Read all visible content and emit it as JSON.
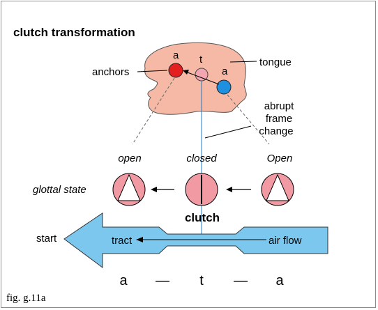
{
  "title": "clutch transformation",
  "labels": {
    "tongue": "tongue",
    "anchors": "anchors",
    "anchor_left": "a",
    "anchor_mid": "t",
    "anchor_right": "a",
    "abrupt": "abrupt",
    "frame": "frame",
    "change": "change",
    "open": "open",
    "closed": "closed",
    "open_cap": "Open",
    "glottal_state": "glottal state",
    "clutch": "clutch",
    "start": "start",
    "tract": "tract",
    "air_flow": "air flow"
  },
  "sequence": [
    "a",
    "—",
    "t",
    "—",
    "a"
  ],
  "caption": "fig. g.11a",
  "colors": {
    "tongue_fill": "#f6b9a5",
    "anchor_red": "#e41f1f",
    "anchor_blue": "#1f8fe0",
    "anchor_pink": "#f2a6b2",
    "glottis_fill": "#f29aa3",
    "tract_fill": "#7cc7ee",
    "line_blue": "#1a7fd0"
  }
}
